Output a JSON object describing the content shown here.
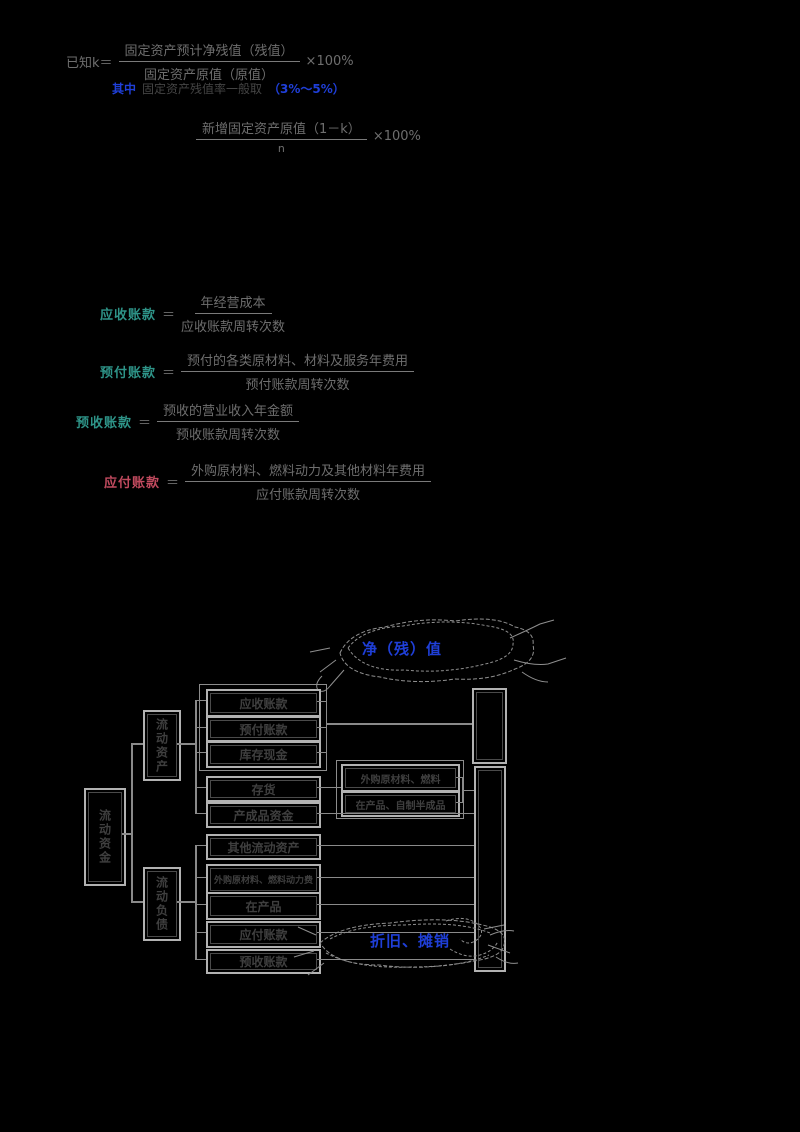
{
  "colors": {
    "background": "#000000",
    "teal_label": "#2e9488",
    "red_label": "#c04a5e",
    "blue_annotation": "#1f3fd8",
    "formula_gray": "#6e6e6e",
    "box_border": "#b2b2b2",
    "connector": "#8a8a8a"
  },
  "formulas": {
    "f1": {
      "lhs": "已知k＝",
      "numerator": "固定资产预计净残值（残值）",
      "denominator": "固定资产原值（原值）",
      "suffix": "×100%"
    },
    "note": {
      "left": "其中",
      "middle": "固定资产残值率一般取",
      "right": "（3%～5%）"
    },
    "f2": {
      "numerator": "新增固定资产原值（1－k）",
      "denominator": "n",
      "suffix": "×100%"
    }
  },
  "definitions": [
    {
      "label": "应收账款",
      "eq": "＝",
      "numerator": "年经营成本",
      "denominator": "应收账款周转次数"
    },
    {
      "label": "预付账款",
      "eq": "＝",
      "numerator": "预付的各类原材料、材料及服务年费用",
      "denominator": "预付账款周转次数"
    },
    {
      "label": "预收账款",
      "eq": "＝",
      "numerator": "预收的营业收入年金额",
      "denominator": "预收账款周转次数"
    },
    {
      "label": "应付账款",
      "eq": "＝",
      "numerator": "外购原材料、燃料动力及其他材料年费用",
      "denominator": "应付账款周转次数"
    }
  ],
  "annotations": {
    "top_cloud": "净（残）值",
    "bottom_cloud": "折旧、摊销"
  },
  "flowchart": {
    "root_label": "流动资金",
    "group_top_label": "流动资产",
    "group_bottom_label": "流动负债",
    "items": [
      {
        "label": "应收账款"
      },
      {
        "label": "预付账款"
      },
      {
        "label": "库存现金"
      },
      {
        "label": "存货"
      },
      {
        "label": "产成品资金"
      },
      {
        "label": "其他流动资产"
      },
      {
        "label": "外购原材料、燃料动力费"
      },
      {
        "label": "在产品"
      },
      {
        "label": "应付账款"
      },
      {
        "label": "预收账款"
      }
    ],
    "sub_items": [
      {
        "label": "外购原材料、燃料"
      },
      {
        "label": "在产品、自制半成品"
      }
    ],
    "right_top_label": "",
    "right_bottom_label": ""
  }
}
